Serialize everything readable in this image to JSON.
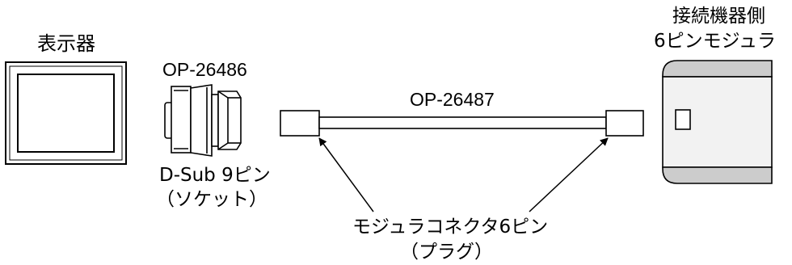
{
  "display": {
    "label": "表示器"
  },
  "adapter": {
    "part_number": "OP-26486",
    "type_label": "D-Sub 9ピン",
    "socket_label": "（ソケット）"
  },
  "cable": {
    "part_number": "OP-26487"
  },
  "connector_note": {
    "line1": "モジュラコネクタ6ピン",
    "line2": "（プラグ）"
  },
  "device": {
    "label": "接続機器側",
    "sublabel": "6ピンモジュラ"
  },
  "colors": {
    "line": "#000000",
    "device_band": "#cccccc",
    "device_body": "#f2f2f2"
  }
}
